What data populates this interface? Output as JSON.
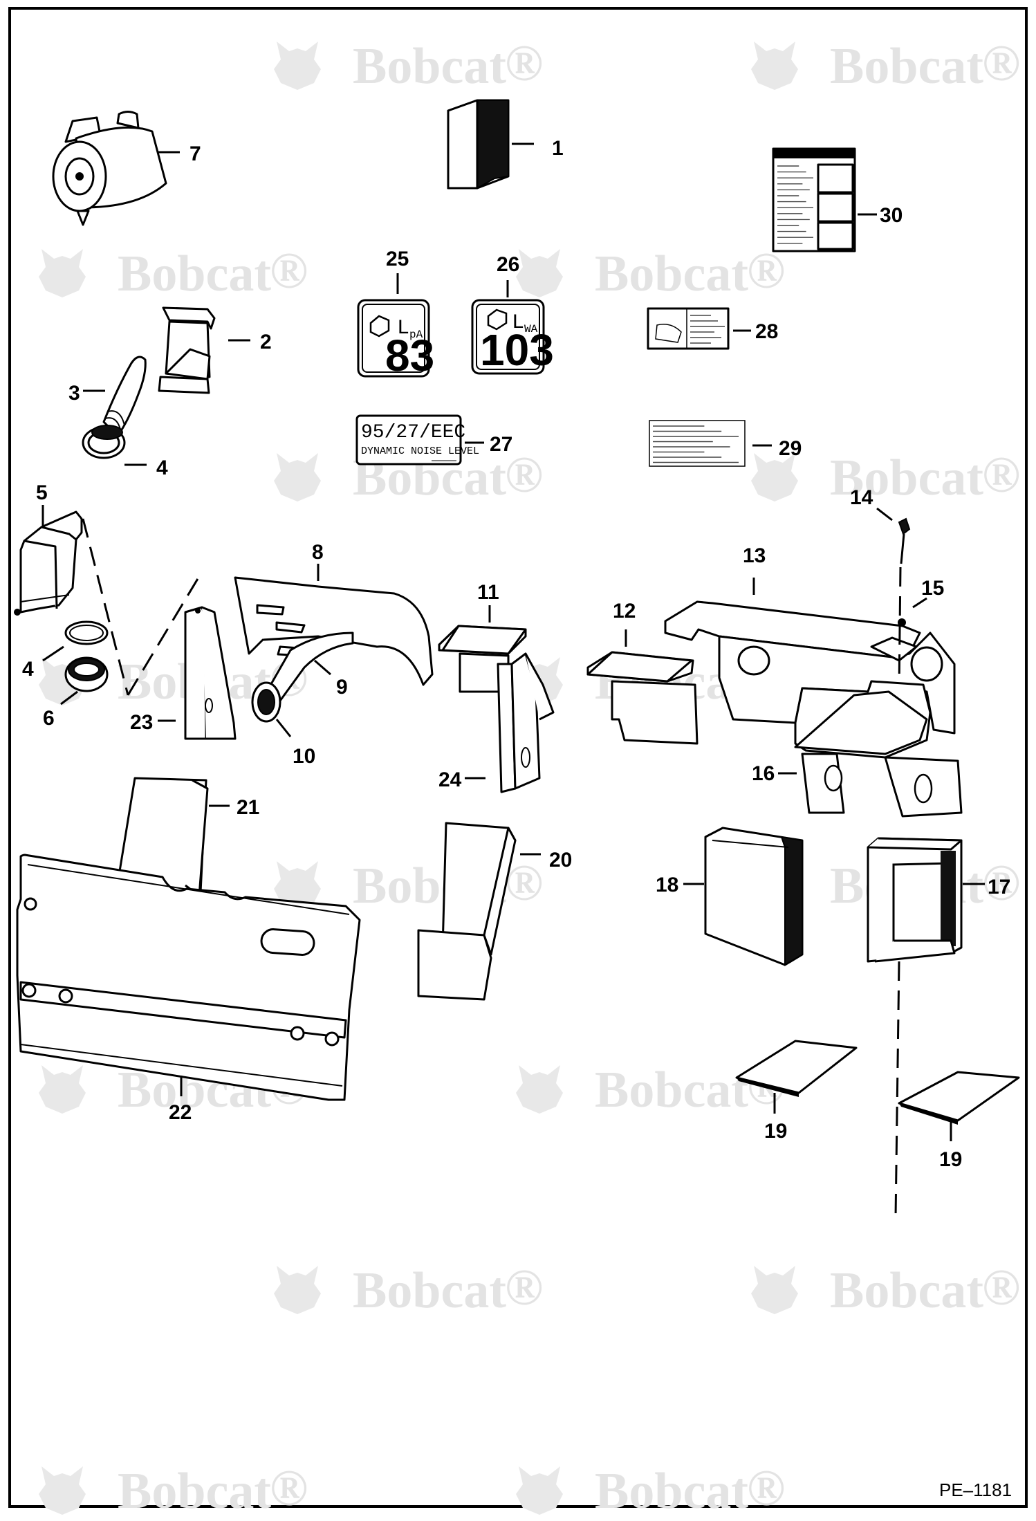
{
  "watermark": {
    "text": "Bobcat",
    "mark": "®"
  },
  "reference": "PE–1181",
  "callouts": [
    "1",
    "2",
    "3",
    "4",
    "4",
    "5",
    "6",
    "7",
    "8",
    "9",
    "10",
    "11",
    "12",
    "13",
    "14",
    "15",
    "16",
    "17",
    "18",
    "19",
    "19",
    "20",
    "21",
    "22",
    "23",
    "24",
    "25",
    "26",
    "27",
    "28",
    "29",
    "30"
  ],
  "decals": {
    "d25": {
      "symbol": "L",
      "sub": "pA",
      "value": "83"
    },
    "d26": {
      "symbol": "L",
      "sub": "WA",
      "value": "103"
    },
    "d27": {
      "line1": "95/27/EEC",
      "line2": "DYNAMIC NOISE LEVEL"
    }
  },
  "icons": [
    "bobcat-logo-icon",
    "sound-level-hexagon-icon"
  ]
}
